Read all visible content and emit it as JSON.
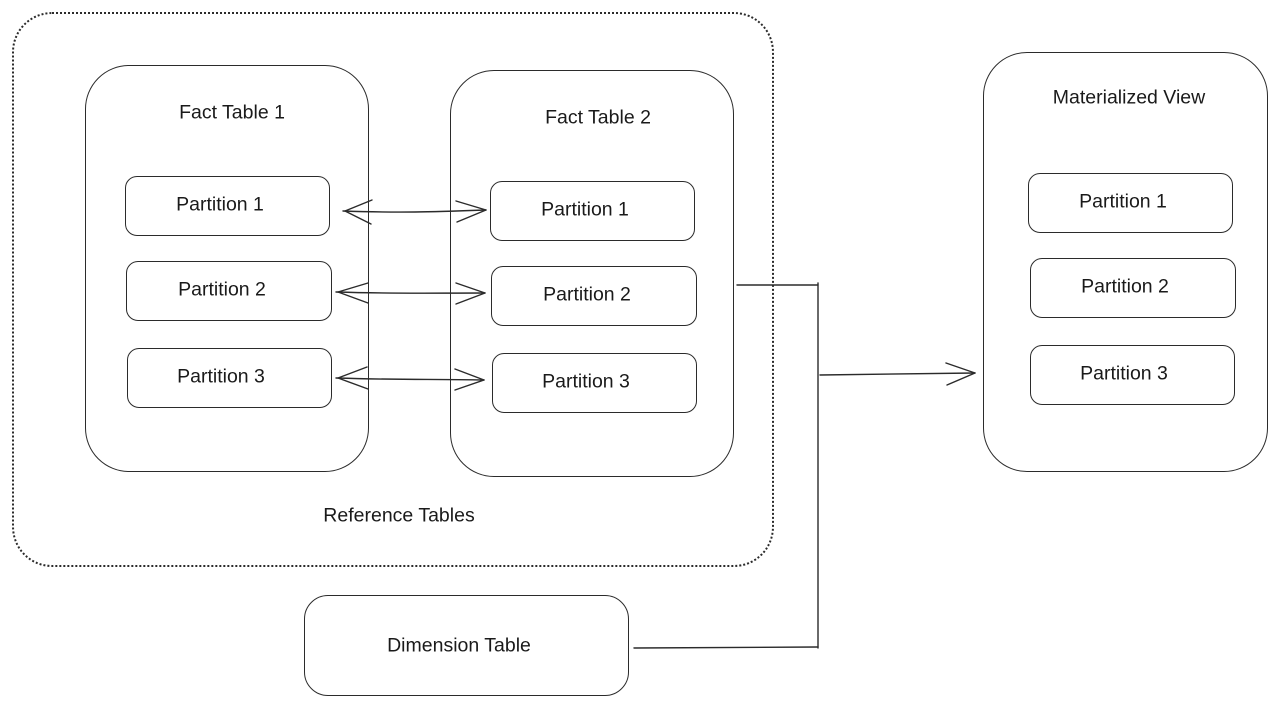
{
  "group": {
    "label": "Reference Tables"
  },
  "fact_table_1": {
    "title": "Fact Table 1",
    "partitions": [
      "Partition 1",
      "Partition 2",
      "Partition 3"
    ]
  },
  "fact_table_2": {
    "title": "Fact Table 2",
    "partitions": [
      "Partition 1",
      "Partition 2",
      "Partition 3"
    ]
  },
  "materialized_view": {
    "title": "Materialized View",
    "partitions": [
      "Partition 1",
      "Partition 2",
      "Partition 3"
    ]
  },
  "dimension_table": {
    "title": "Dimension Table"
  },
  "colors": {
    "stroke": "#2b2b2b",
    "background": "#ffffff"
  }
}
